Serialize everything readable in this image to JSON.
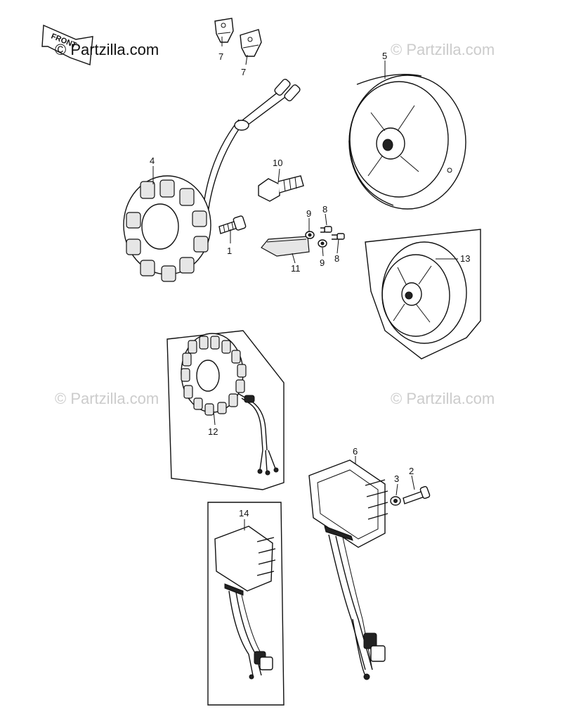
{
  "watermarks": {
    "main": "© Partzilla.com",
    "top_right": "© Partzilla.com",
    "mid_left": "© Partzilla.com",
    "mid_right": "© Partzilla.com"
  },
  "front_label": "FRONT",
  "callouts": {
    "p1": "1",
    "p2": "2",
    "p3": "3",
    "p4": "4",
    "p5": "5",
    "p6": "6",
    "p7a": "7",
    "p7b": "7",
    "p8a": "8",
    "p8b": "8",
    "p9a": "9",
    "p9b": "9",
    "p10": "10",
    "p11": "11",
    "p12": "12",
    "p13": "13",
    "p14": "14"
  }
}
